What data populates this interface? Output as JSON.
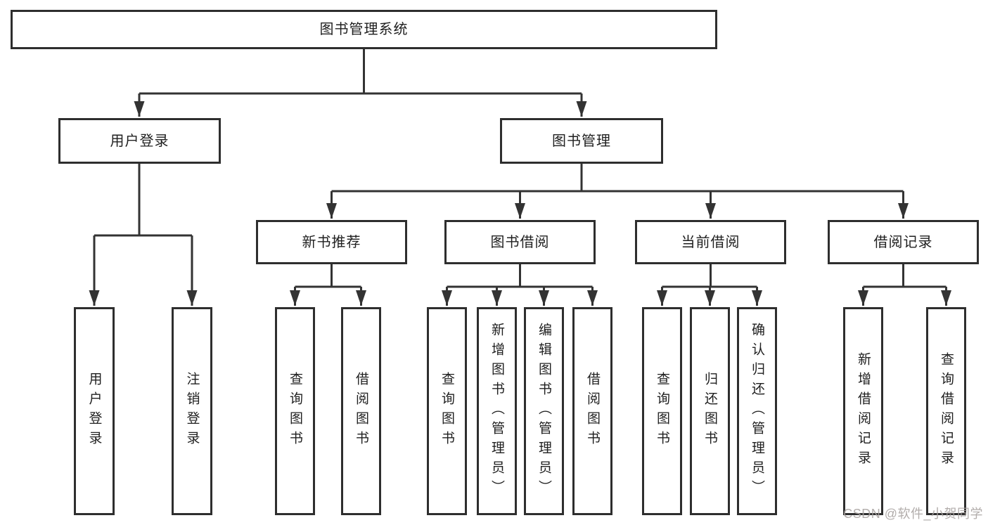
{
  "diagram": {
    "type": "hierarchy-tree",
    "root": {
      "label": "图书管理系统"
    },
    "branches": [
      {
        "label": "用户登录",
        "children": [
          {
            "label": "用户登录"
          },
          {
            "label": "注销登录"
          }
        ]
      },
      {
        "label": "图书管理",
        "children": [
          {
            "label": "新书推荐",
            "children": [
              {
                "label": "查询图书"
              },
              {
                "label": "借阅图书"
              }
            ]
          },
          {
            "label": "图书借阅",
            "children": [
              {
                "label": "查询图书"
              },
              {
                "label": "新增图书（管理员）"
              },
              {
                "label": "编辑图书（管理员）"
              },
              {
                "label": "借阅图书"
              }
            ]
          },
          {
            "label": "当前借阅",
            "children": [
              {
                "label": "查询图书"
              },
              {
                "label": "归还图书"
              },
              {
                "label": "确认归还（管理员）"
              }
            ]
          },
          {
            "label": "借阅记录",
            "children": [
              {
                "label": "新增借阅记录"
              },
              {
                "label": "查询借阅记录"
              }
            ]
          }
        ]
      }
    ]
  },
  "watermark": {
    "text": "CSDN @软件_小贺同学"
  },
  "colors": {
    "line": "#333333",
    "box_border": "#2e2e2e",
    "text": "#1f1f1f",
    "watermark": "#a8a2a0",
    "background": "#ffffff"
  }
}
